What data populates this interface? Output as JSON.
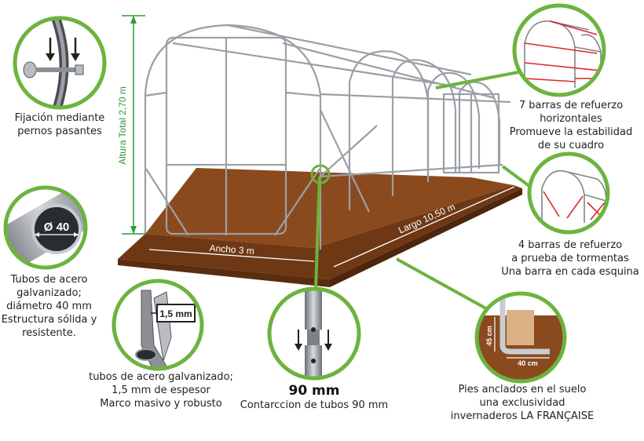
{
  "callouts": {
    "bolts": {
      "lines": [
        "Fijación mediante",
        "pernos pasantes"
      ]
    },
    "tube_diameter": {
      "badge": "Ø 40",
      "lines": [
        "Tubos de acero",
        "galvanizado;",
        "diámetro 40 mm",
        "Estructura sólida y",
        "resistente."
      ]
    },
    "thickness": {
      "badge": "1,5 mm",
      "lines": [
        "tubos de acero galvanizado;",
        "1,5 mm de espesor",
        "Marco masivo y robusto"
      ]
    },
    "contraction": {
      "title": "90 mm",
      "lines": [
        "Contarccion de tubos 90 mm"
      ]
    },
    "anchor": {
      "dim_vertical": "45 cm",
      "dim_horizontal": "40 cm",
      "lines": [
        "Pies anclados en el suelo",
        "una exclusividad",
        "invernaderos LA FRANÇAISE"
      ]
    },
    "horizontal_bars": {
      "lines": [
        "7 barras de refuerzo",
        "horizontales",
        "Promueve la estabilidad",
        "de su cuadro"
      ]
    },
    "storm_bars": {
      "lines": [
        "4 barras de refuerzo",
        "a prueba de tormentas",
        "Una barra en cada esquina"
      ]
    }
  },
  "dimensions": {
    "height": "Altura Total 2,70 m",
    "width": "Ancho 3 m",
    "length": "Largo 10,50 m"
  },
  "colors": {
    "accent_green": "#6db33f",
    "soil": "#8a4a1e",
    "frame": "#9aa0a6"
  }
}
